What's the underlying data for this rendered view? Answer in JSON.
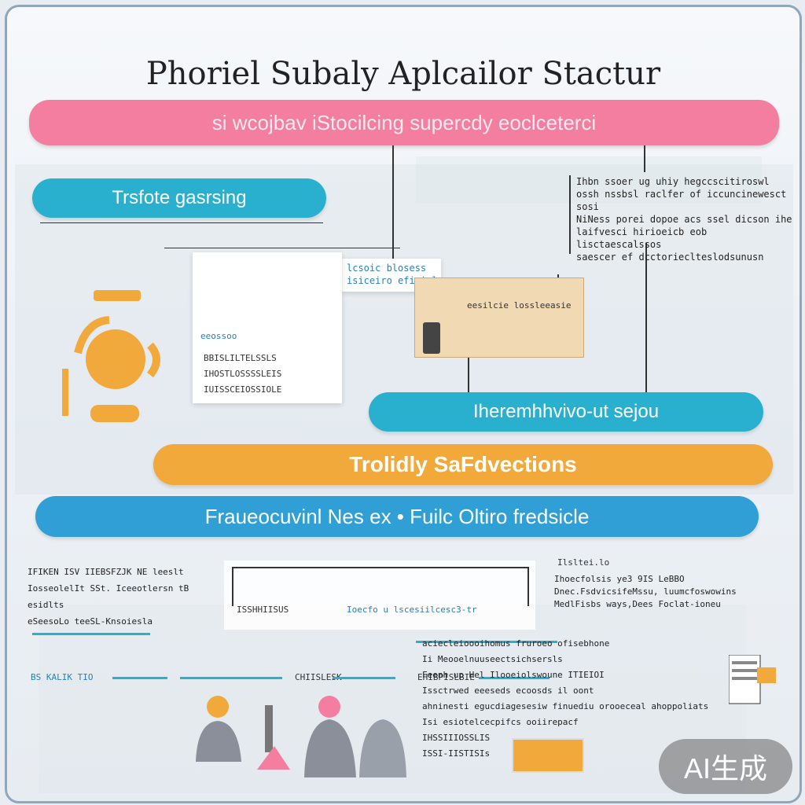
{
  "title": "Phoriel Subaly Aplcailor Stactur",
  "bars": {
    "top": "si wcojbav iStocilcing supercdy eoclceterci",
    "left_cyan": "Trsfote gasrsing",
    "right_cyan": "Iheremhhvivo-ut sejou",
    "orange": "Trolidly SaFdvections",
    "blue": "Fraueocuvinl Nes ex • Fuilc Oltiro fredsicle"
  },
  "notes": {
    "top_right": "Ihbn ssoer ug uhiy hegccscitiroswl\nossh nssbsl raclfer of iccuncinewesct sosi\nNiNess porei dopoe acs ssel dicson ihe\nlaifvesci hirioeicb eob lisctaescalssos\nsaescer ef dcctorieclteslodsunusn",
    "card_a": "lcsoic blosess\nisiceiro efiricl",
    "card_b_1": "BBISLILTELSSLS",
    "card_b_2": "IHOSTLOSSSSLEIS",
    "card_b_3": "IUISSCEIOSSIOLE",
    "tan_label": "eesilcie lossleeasie",
    "bottom_left": "IFIKEN ISV IIEBSFZJK NE leeslt\nIosseolelIt SSt. Iceeotlersn tB\nesidlts\neSeesoLo    teeSL-Knsoiesla",
    "bottom_center_left": "ISSHHIISUS",
    "bottom_center_right": "Ioecfo u lscesiilcesc3-tr",
    "bottom_right_head": "Ilsltei.lo",
    "bottom_right": "Ihoecfolsis ye3 9IS  LeBBO\nDnec.FsdvicsifeMssu, luumcfoswowins\nMedlFisbs ways,Dees Foclat-ioneu",
    "lower_right": "aciecleioooihomus fruroeo ofisebhone\nIi Meooelnuuseectsichsersls\nFeenh up Hel Ilooeiolswoune ITIEIOI\nIssctrwed eeeseds ecoosds il oont\nahninesti egucdiagesesiw finuediu orooeceal ahoppoliats\nIsi esiotelcecpifcs ooiirepacf\nIHSSIIIOSSLIS\nISSI-IISTISIs",
    "flow_left": "BS KALIK TIO",
    "flow_mid": "CHIISLESK",
    "flow_right": "EHIBPISLBIE",
    "ai_badge": "AI生成"
  },
  "colors": {
    "pink": "#f47ea0",
    "cyan": "#2ab0cf",
    "orange": "#f2a93b",
    "blue": "#2f9fd6"
  }
}
